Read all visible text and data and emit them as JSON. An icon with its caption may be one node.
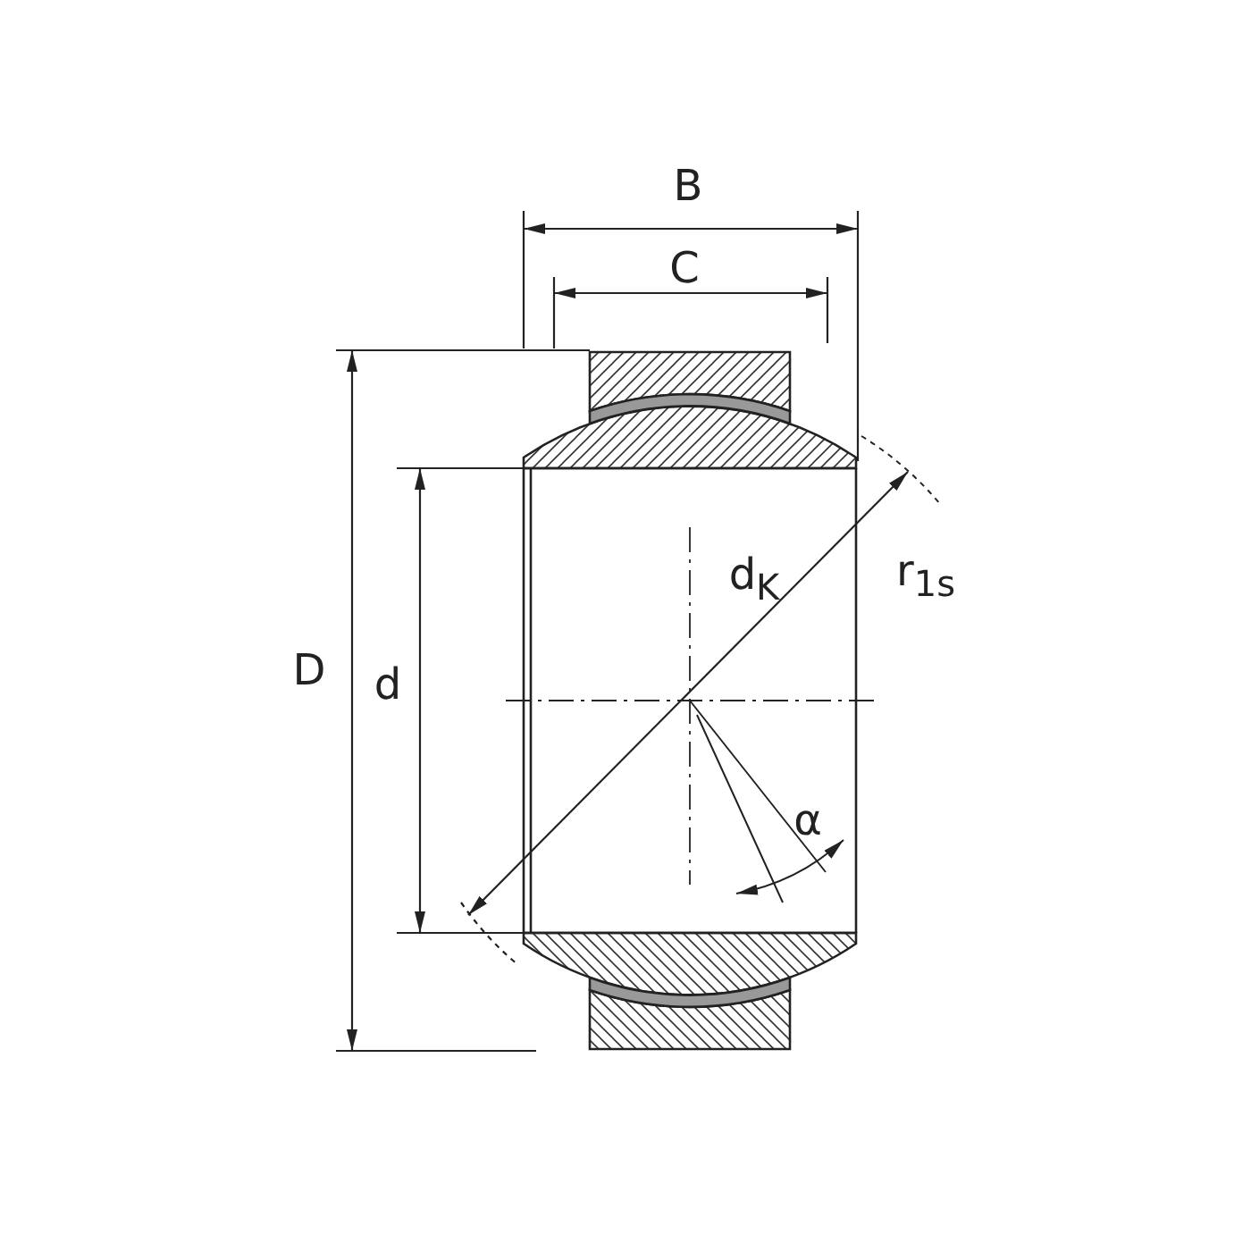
{
  "diagram": {
    "labels": [
      "B",
      "C",
      "D",
      "d",
      "d$_{K}$",
      "r$_{1s}$",
      "α"
    ]
  }
}
